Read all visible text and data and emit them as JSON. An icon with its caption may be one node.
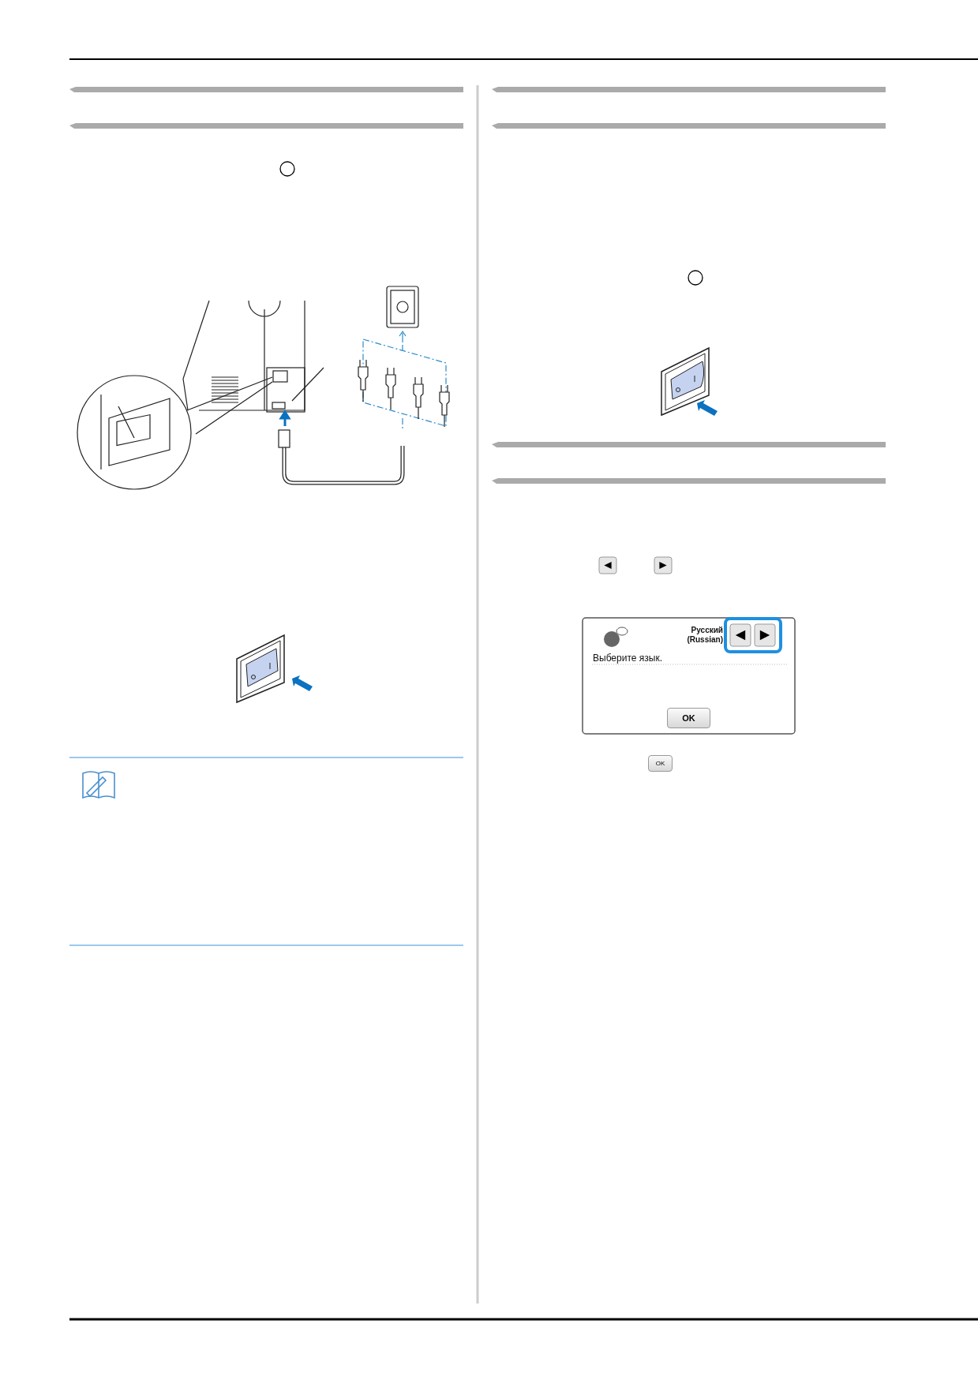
{
  "diagram": {
    "labels": [
      "Русский (Russian)",
      "Выберите язык.",
      "OK",
      "OK"
    ]
  }
}
